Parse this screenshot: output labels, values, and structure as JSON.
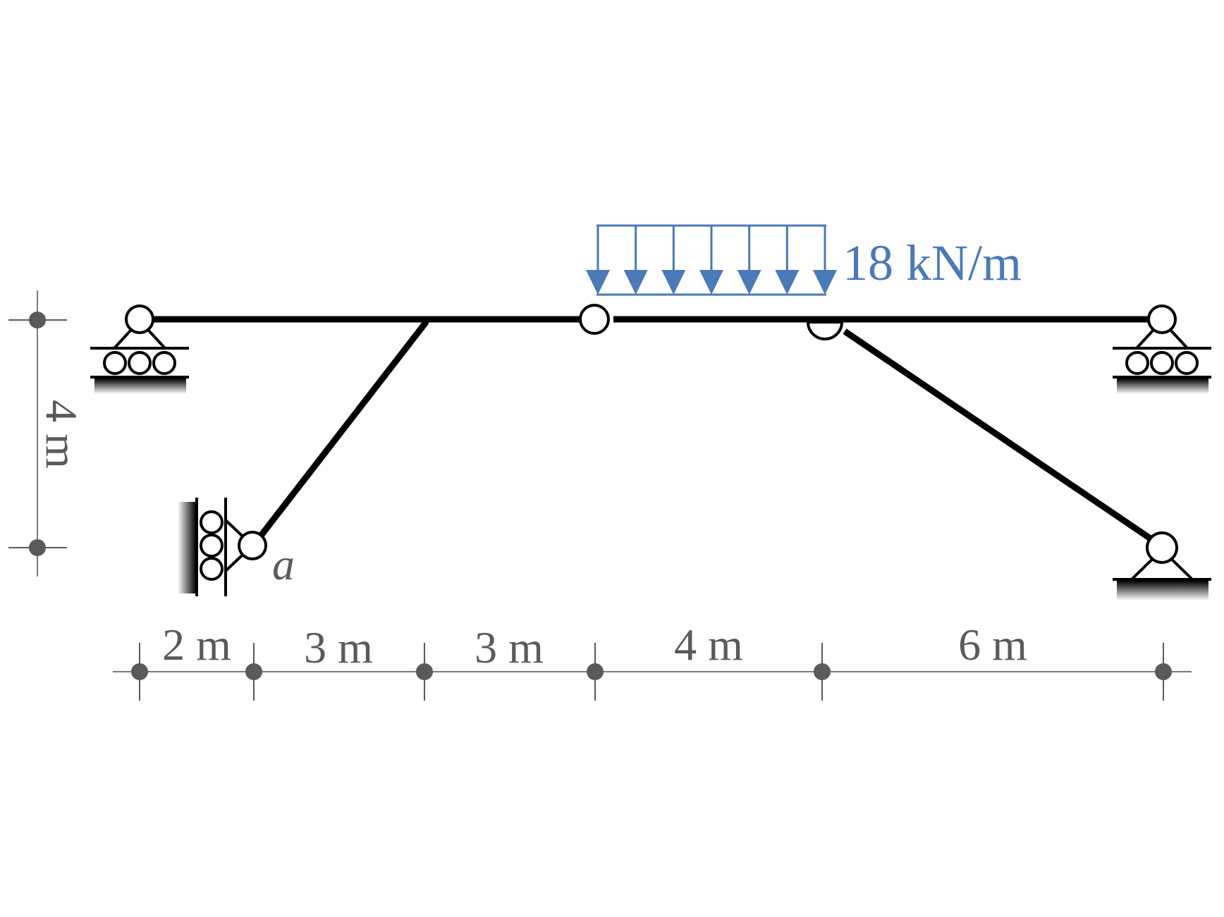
{
  "load": {
    "label": "18 kN/m",
    "color": "#4a7ab8"
  },
  "node_label": "a",
  "dimensions": {
    "horizontal": [
      "2 m",
      "3 m",
      "3 m",
      "4 m",
      "6 m"
    ],
    "vertical": "4 m"
  },
  "colors": {
    "structure": "#000000",
    "dimension": "#5a5a5a",
    "load": "#4a7ab8"
  }
}
